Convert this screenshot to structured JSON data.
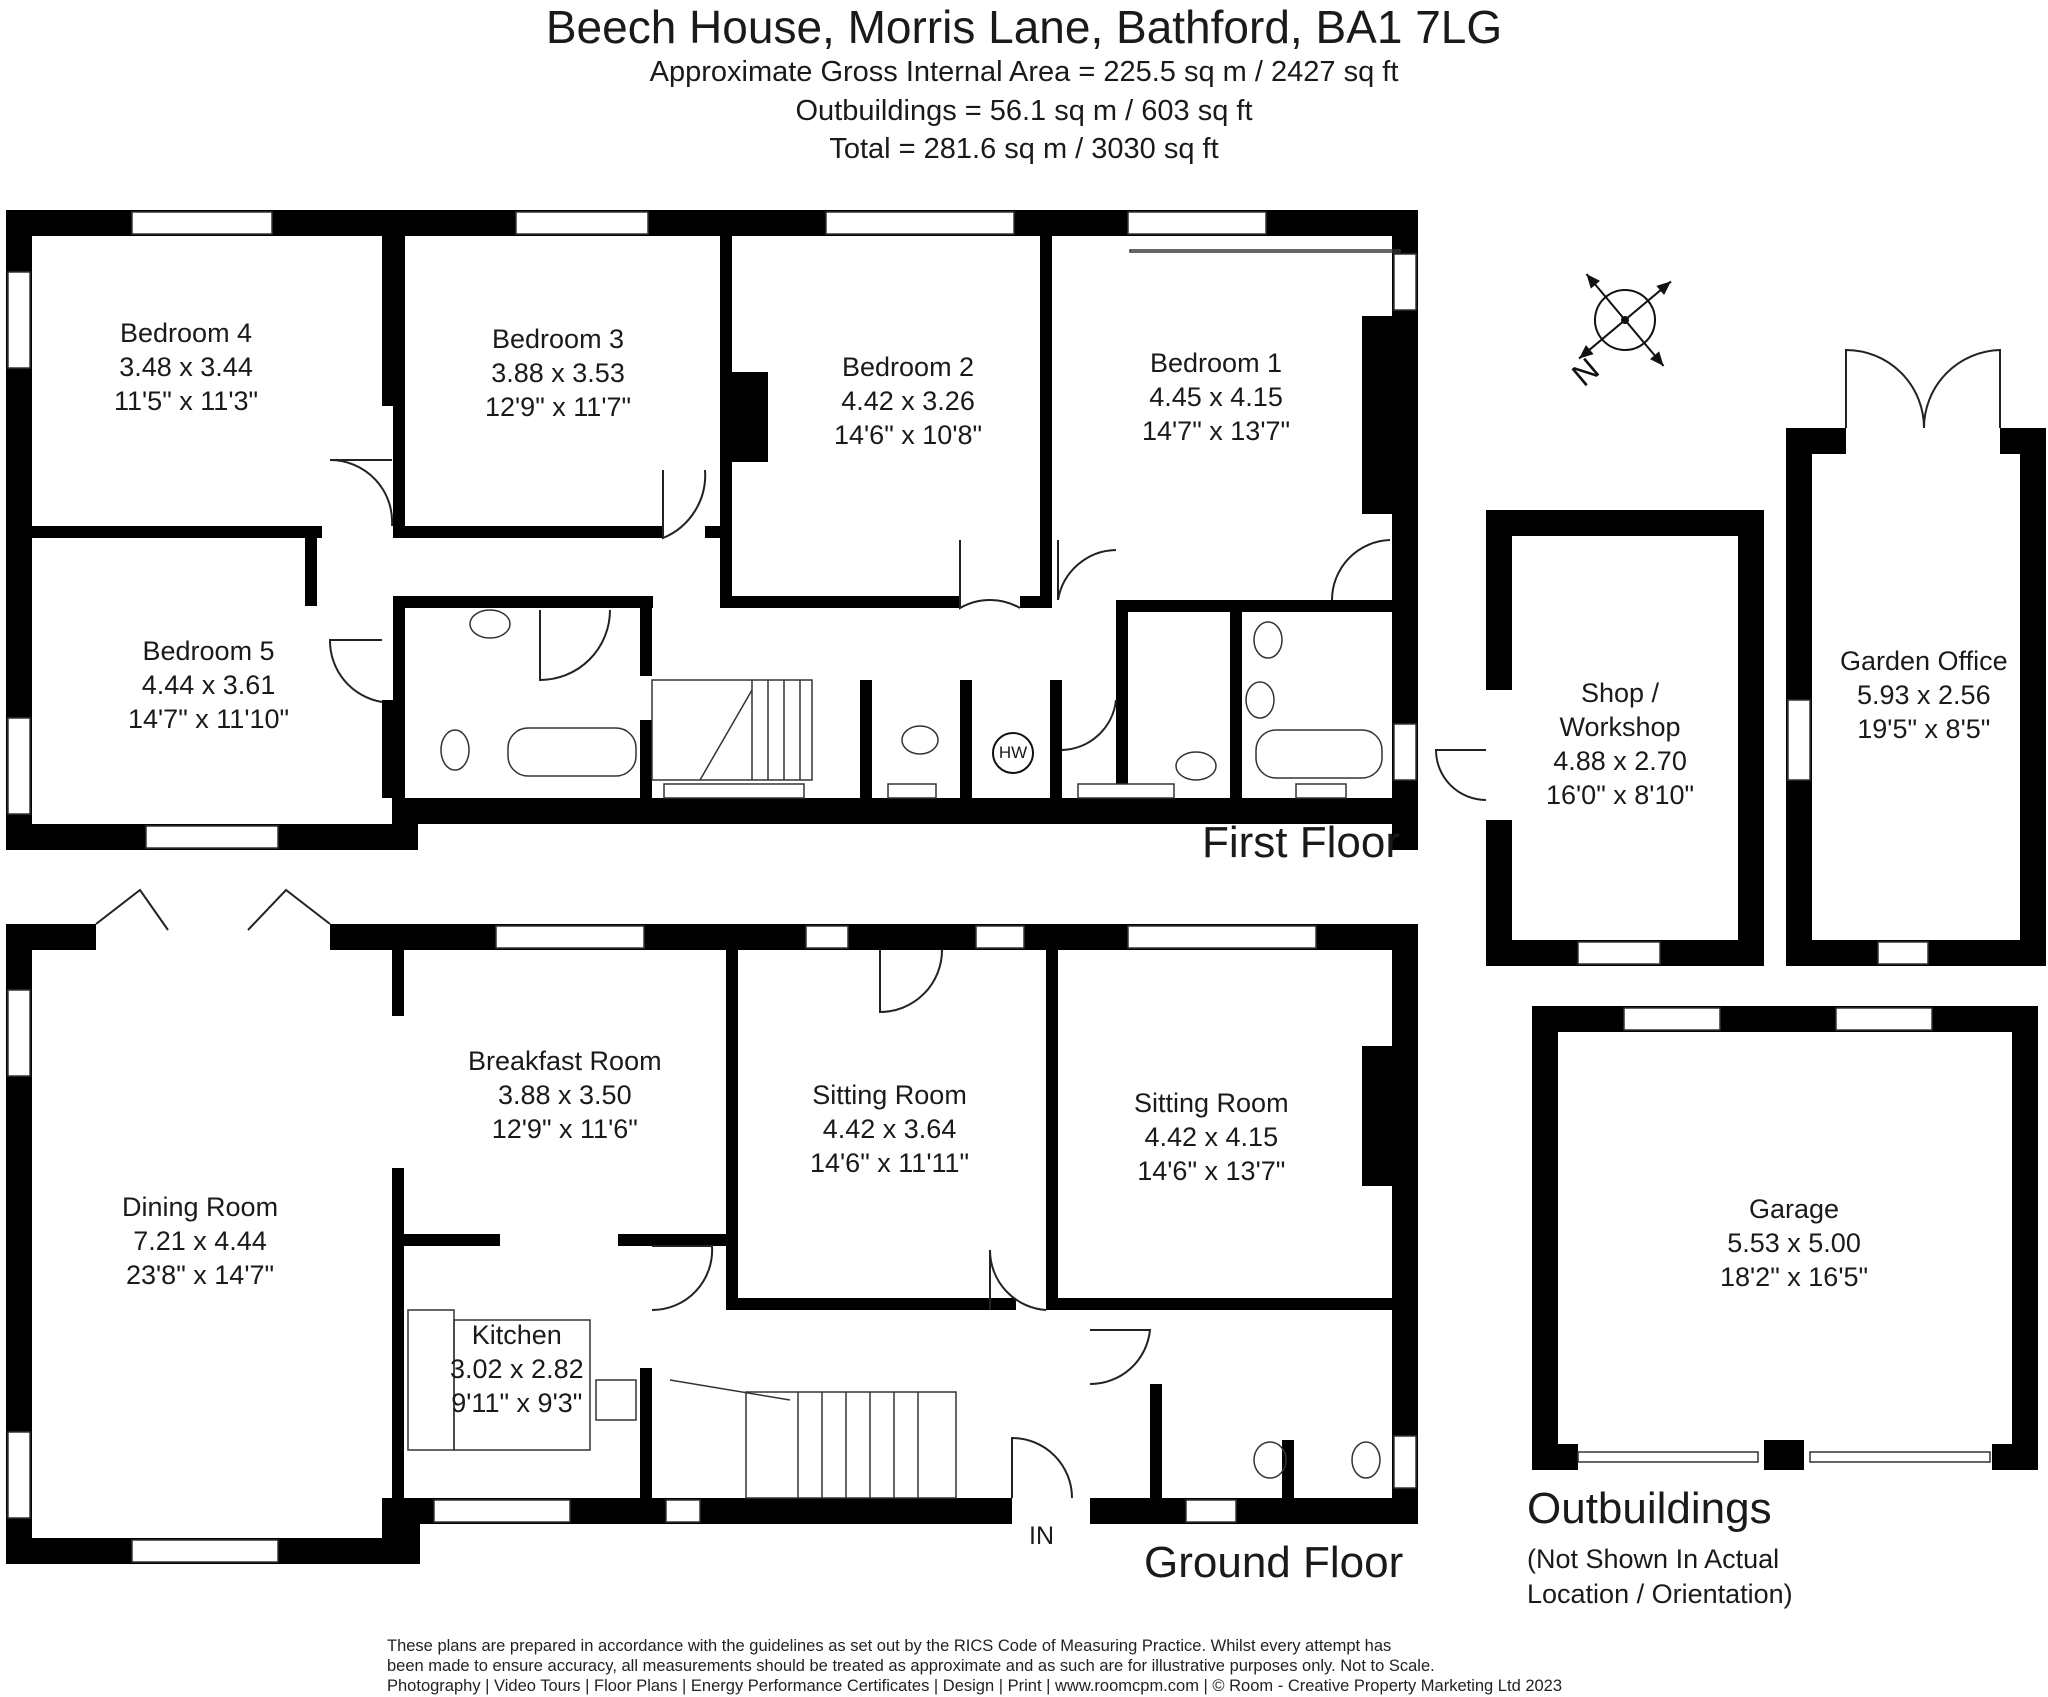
{
  "header": {
    "title": "Beech House, Morris Lane, Bathford, BA1 7LG",
    "gross_area": "Approximate Gross Internal Area = 225.5 sq m / 2427 sq ft",
    "outbuildings_area": "Outbuildings = 56.1 sq m / 603 sq ft",
    "total_area": "Total = 281.6 sq m / 3030 sq ft"
  },
  "first_floor": {
    "label": "First Floor",
    "rooms": [
      {
        "name": "Bedroom 4",
        "metric": "3.48 x 3.44",
        "imperial": "11'5\" x 11'3\""
      },
      {
        "name": "Bedroom 3",
        "metric": "3.88 x 3.53",
        "imperial": "12'9\" x 11'7\""
      },
      {
        "name": "Bedroom 2",
        "metric": "4.42 x 3.26",
        "imperial": "14'6\" x 10'8\""
      },
      {
        "name": "Bedroom 1",
        "metric": "4.45 x 4.15",
        "imperial": "14'7\" x 13'7\""
      },
      {
        "name": "Bedroom 5",
        "metric": "4.44 x 3.61",
        "imperial": "14'7\" x 11'10\""
      }
    ],
    "hot_water": "HW"
  },
  "ground_floor": {
    "label": "Ground Floor",
    "entrance": "IN",
    "rooms": [
      {
        "name": "Breakfast Room",
        "metric": "3.88 x 3.50",
        "imperial": "12'9\" x 11'6\""
      },
      {
        "name": "Sitting Room",
        "metric": "4.42 x 3.64",
        "imperial": "14'6\" x 11'11\""
      },
      {
        "name": "Sitting Room",
        "metric": "4.42 x 4.15",
        "imperial": "14'6\" x 13'7\""
      },
      {
        "name": "Dining Room",
        "metric": "7.21 x 4.44",
        "imperial": "23'8\" x 14'7\""
      },
      {
        "name": "Kitchen",
        "metric": "3.02 x 2.82",
        "imperial": "9'11\" x 9'3\""
      }
    ]
  },
  "outbuildings": {
    "title": "Outbuildings",
    "note_line1": "(Not Shown In Actual",
    "note_line2": "Location / Orientation)",
    "rooms": [
      {
        "name_line1": "Shop /",
        "name_line2": "Workshop",
        "metric": "4.88 x 2.70",
        "imperial": "16'0\" x 8'10\""
      },
      {
        "name": "Garden Office",
        "metric": "5.93 x 2.56",
        "imperial": "19'5\" x 8'5\""
      },
      {
        "name": "Garage",
        "metric": "5.53 x 5.00",
        "imperial": "18'2\" x 16'5\""
      }
    ]
  },
  "compass": {
    "label": "N"
  },
  "disclaimer": {
    "line1": "These plans are prepared in accordance with the guidelines as set out by the RICS Code of Measuring Practice. Whilst every attempt has",
    "line2": "been made to ensure accuracy, all measurements should be treated as approximate and as such are for illustrative purposes only. Not to Scale.",
    "line3": "Photography | Video Tours | Floor Plans | Energy Performance Certificates | Design | Print | www.roomcpm.com | © Room - Creative Property Marketing Ltd 2023"
  }
}
